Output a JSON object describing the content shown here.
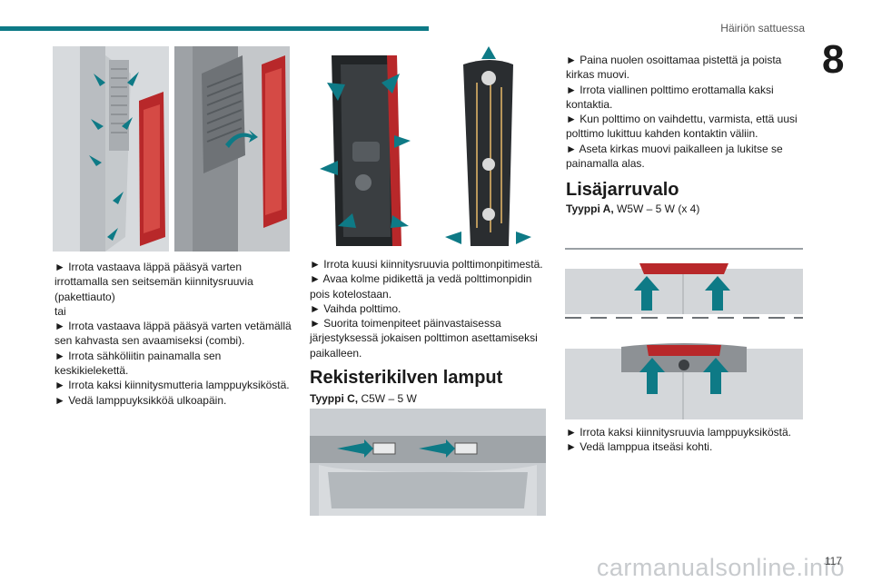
{
  "header": {
    "section_title": "Häiriön sattuessa",
    "chapter_number": "8"
  },
  "col1": {
    "steps": [
      "► Irrota vastaava läppä pääsyä varten irrottamalla sen seitsemän kiinnitysruuvia (pakettiauto)",
      "tai",
      "► Irrota vastaava läppä pääsyä varten vetämällä sen kahvasta sen avaamiseksi (combi).",
      "► Irrota sähköliitin painamalla sen keskikielekettä.",
      "► Irrota kaksi kiinnitysmutteria lamppuyksiköstä.",
      "► Vedä lamppuyksikköä ulkoapäin."
    ]
  },
  "col2": {
    "steps": [
      "► Irrota kuusi kiinnitysruuvia polttimonpitimestä.",
      "► Avaa kolme pidikettä ja vedä polttimonpidin pois kotelostaan.",
      "► Vaihda polttimo.",
      "► Suorita toimenpiteet päinvastaisessa järjestyksessä jokaisen polttimon asettamiseksi paikalleen."
    ],
    "section_title": "Rekisterikilven lamput",
    "spec_type": "Tyyppi C,",
    "spec_value": " C5W – 5 W"
  },
  "col3": {
    "steps": [
      "► Paina nuolen osoittamaa pistettä ja poista kirkas muovi.",
      "► Irrota viallinen polttimo erottamalla kaksi kontaktia.",
      "► Kun polttimo on vaihdettu, varmista, että uusi polttimo lukittuu kahden kontaktin väliin.",
      "► Aseta kirkas muovi paikalleen ja lukitse se painamalla alas."
    ],
    "section_title": "Lisäjarruvalo",
    "spec_type": "Tyyppi A,",
    "spec_value": " W5W – 5 W (x 4)",
    "steps_after": [
      "► Irrota kaksi kiinnitysruuvia lamppuyksiköstä.",
      "► Vedä lamppua itseäsi kohti."
    ]
  },
  "footer": {
    "page_number": "117",
    "watermark": "carmanualsonline.info"
  },
  "colors": {
    "accent": "#0e7a86",
    "lamp_red": "#b8282a"
  }
}
